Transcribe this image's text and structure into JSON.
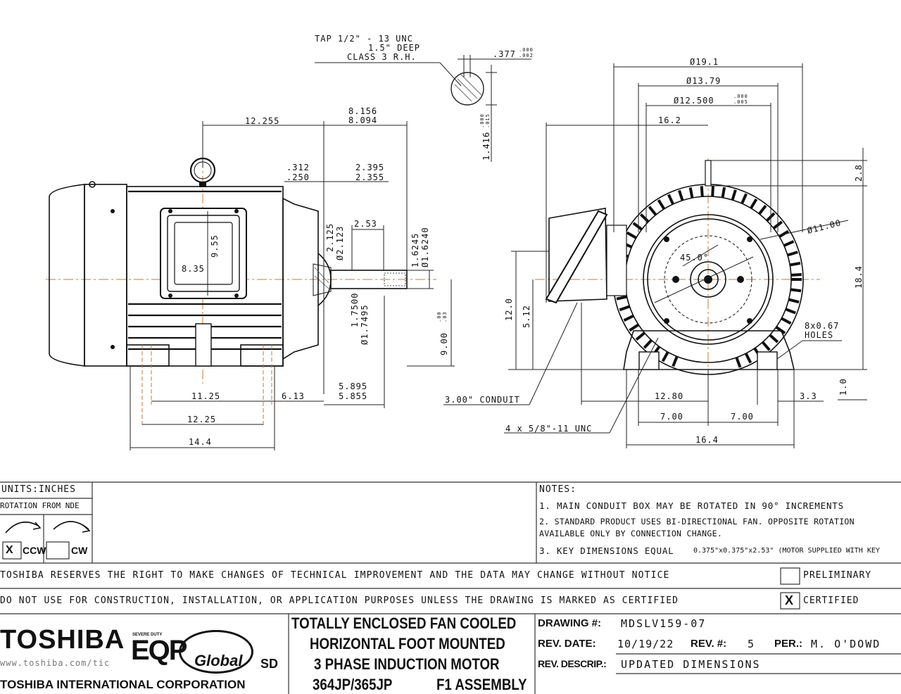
{
  "drawing": {
    "tap_note": [
      "TAP 1/2\" - 13 UNC",
      "1.5\" DEEP",
      "CLASS 3 R.H."
    ],
    "key_width": ".377",
    "key_width_tol": [
      ".000",
      ".002"
    ],
    "key_height": "1.416",
    "key_height_tol": [
      ".000",
      ".015"
    ],
    "side_view": {
      "d_12_255": "12.255",
      "d_8_156": "8.156",
      "d_8_094": "8.094",
      "d_312": ".312",
      "d_250": ".250",
      "d_2_395": "2.395",
      "d_2_355": "2.355",
      "d_2_53": "2.53",
      "d_2_125": "2.125",
      "d_2_123": "Ø2.123",
      "d_1_6245": "1.6245",
      "d_1_6240": "Ø1.6240",
      "d_9_55": "9.55",
      "d_8_35": "8.35",
      "d_1_7500": "1.7500",
      "d_1_7495": "Ø1.7495",
      "d_9_00": "9.00",
      "d_9_00_tol": [
        ".00",
        ".03"
      ],
      "d_11_25": "11.25",
      "d_6_13": "6.13",
      "d_5_895": "5.895",
      "d_5_855": "5.855",
      "d_12_25": "12.25",
      "d_14_4": "14.4"
    },
    "end_view": {
      "d_19_1": "Ø19.1",
      "d_13_79": "Ø13.79",
      "d_12_500": "Ø12.500",
      "d_12_500_tol": [
        ".000",
        ".005"
      ],
      "d_16_2": "16.2",
      "d_2_8": "2.8",
      "d_11_00": "Ø11.00",
      "d_45": "45.0°",
      "d_18_4": "18.4",
      "d_12_0": "12.0",
      "d_5_12": "5.12",
      "holes": [
        "8x0.67",
        "HOLES"
      ],
      "d_12_80": "12.80",
      "d_3_3": "3.3",
      "d_1_0": "1.0",
      "d_7_00a": "7.00",
      "d_7_00b": "7.00",
      "d_16_4": "16.4",
      "conduit": "3.00\" CONDUIT",
      "unc": "4 x 5/8\"-11 UNC"
    }
  },
  "title_block": {
    "units": "UNITS:INCHES",
    "rotation": "ROTATION FROM NDE",
    "ccw_mark": "X",
    "ccw": "CCW",
    "cw_mark": "",
    "cw": "CW",
    "notes_header": "NOTES:",
    "note1": "1. MAIN CONDUIT BOX MAY BE ROTATED IN 90° INCREMENTS",
    "note2a": "2. STANDARD PRODUCT USES BI-DIRECTIONAL FAN. OPPOSITE ROTATION",
    "note2b": "AVAILABLE ONLY BY CONNECTION CHANGE.",
    "note3a": "3. KEY DIMENSIONS EQUAL",
    "note3b": "0.375\"x0.375\"x2.53\" (MOTOR SUPPLIED WITH KEY",
    "reserves": "TOSHIBA RESERVES THE RIGHT TO MAKE CHANGES OF TECHNICAL IMPROVEMENT AND THE DATA MAY CHANGE WITHOUT NOTICE",
    "preliminary_mark": "",
    "preliminary": "PRELIMINARY",
    "do_not_use": "DO NOT USE FOR CONSTRUCTION, INSTALLATION, OR APPLICATION PURPOSES UNLESS THE DRAWING IS MARKED AS CERTIFIED",
    "certified_mark": "X",
    "certified": "CERTIFIED",
    "logo_text": "TOSHIBA",
    "website": "www.toshiba.com/tic",
    "company": "TOSHIBA INTERNATIONAL CORPORATION",
    "eqp_small": "SEVERE DUTY",
    "eqp_brand": "EQP",
    "eqp_global": "Global",
    "eqp_sd": "SD",
    "desc": [
      "TOTALLY ENCLOSED FAN COOLED",
      "HORIZONTAL FOOT MOUNTED",
      "3 PHASE INDUCTION MOTOR"
    ],
    "frame": "364JP/365JP",
    "assembly": "F1 ASSEMBLY",
    "drawing_label": "DRAWING #:",
    "drawing_no": "MDSLV159-07",
    "rev_date_label": "REV. DATE:",
    "rev_date": "10/19/22",
    "rev_label": "REV. #:",
    "rev": "5",
    "per_label": "PER.:",
    "per": "M. O'DOWD",
    "rev_desc_label": "REV. DESCRIP.:",
    "rev_desc": "UPDATED DIMENSIONS"
  }
}
